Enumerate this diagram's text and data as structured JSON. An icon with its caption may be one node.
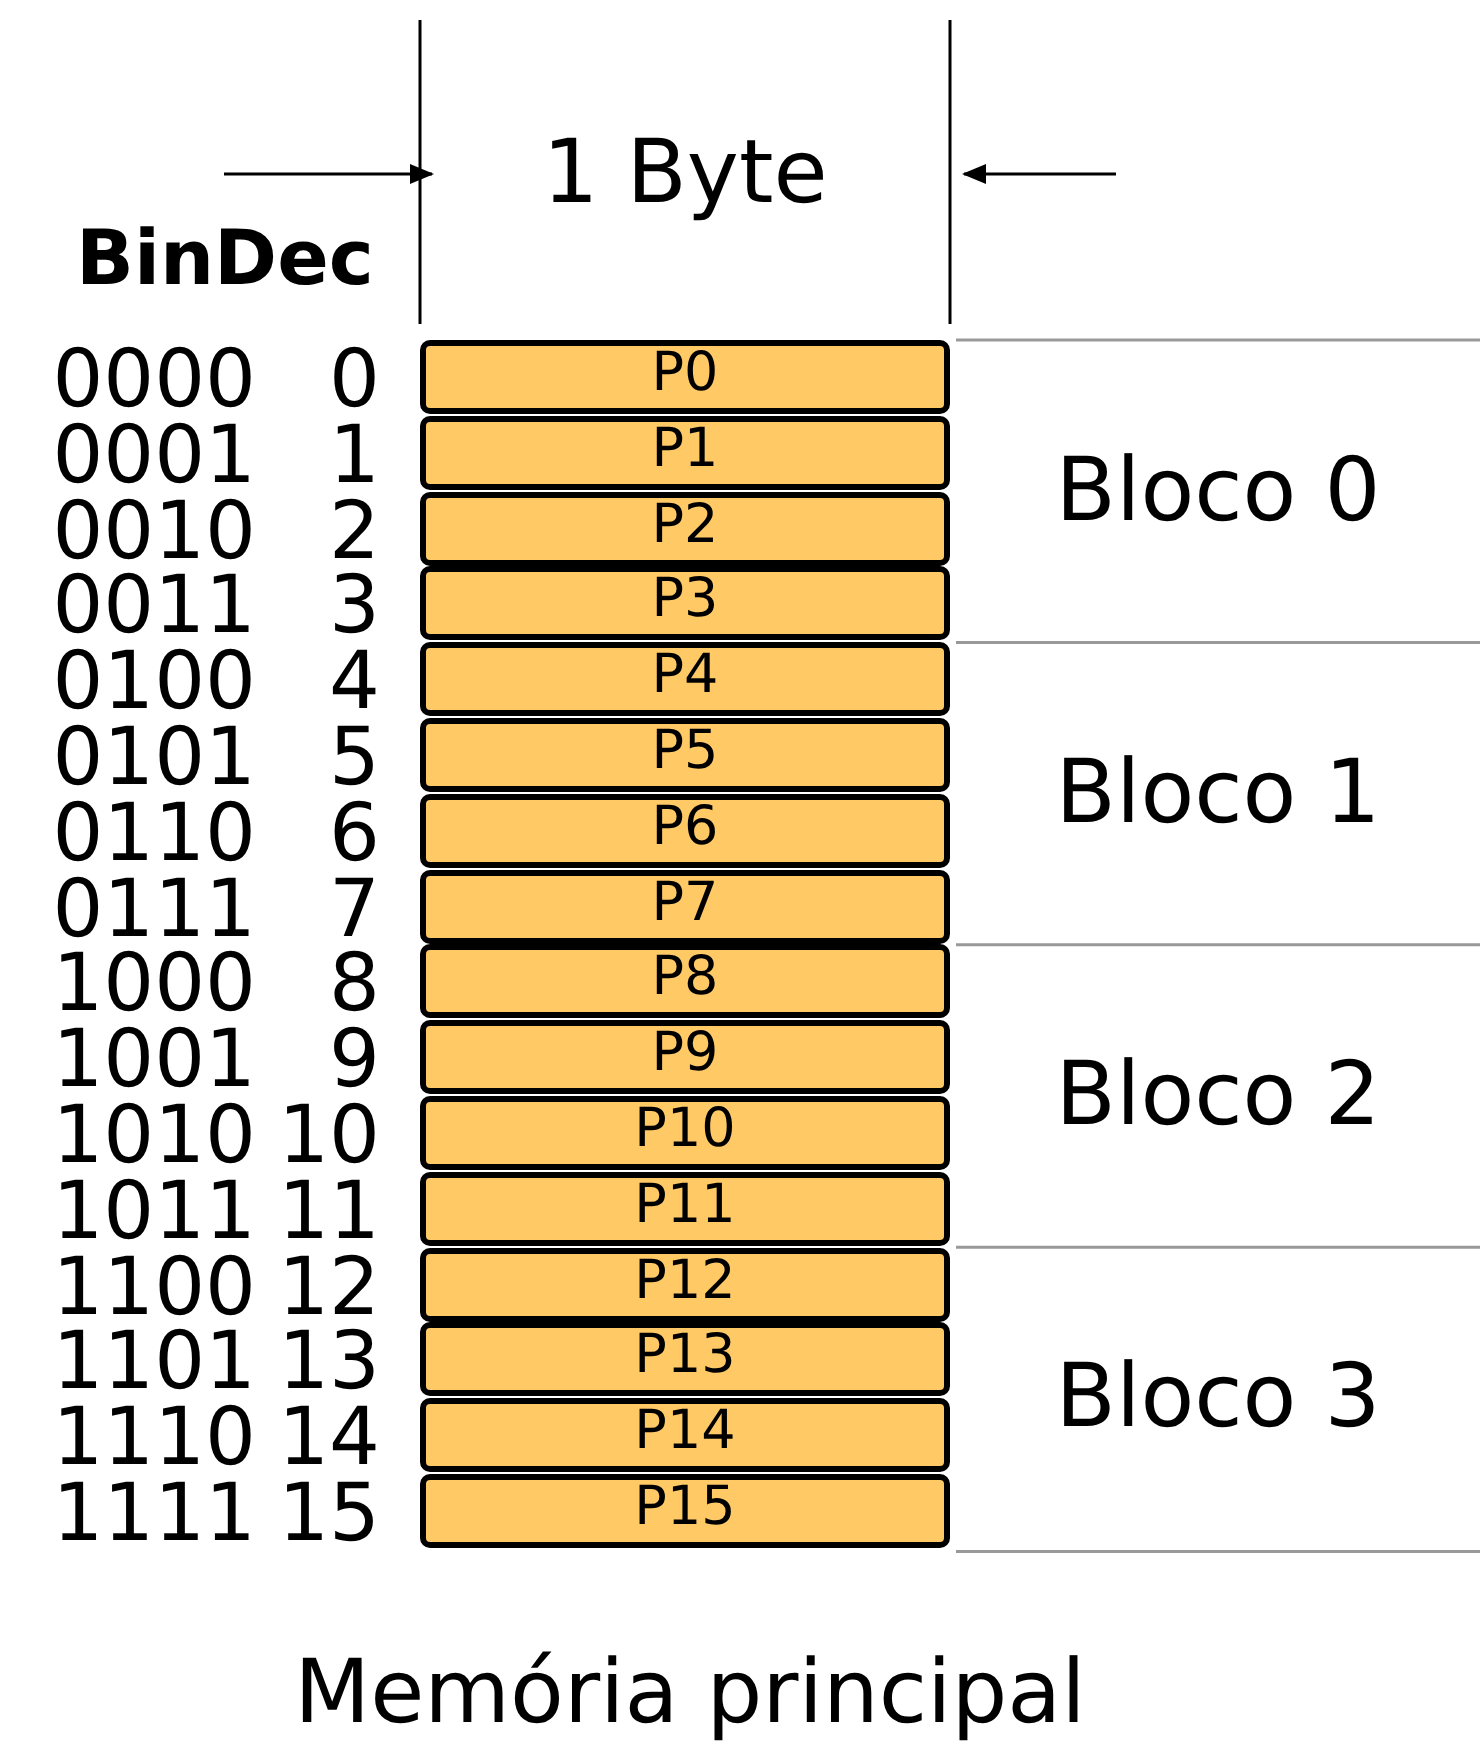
{
  "diagram": {
    "caption": "Memória principal",
    "nodes": [
      {
        "text": [
          "P0"
        ]
      },
      {
        "text": [
          "P1"
        ]
      },
      {
        "text": [
          "P2"
        ]
      },
      {
        "text": [
          "P3"
        ]
      },
      {
        "text": [
          "P4"
        ]
      },
      {
        "text": [
          "P5"
        ]
      },
      {
        "text": [
          "P6"
        ]
      },
      {
        "text": [
          "P7"
        ]
      },
      {
        "text": [
          "P8"
        ]
      },
      {
        "text": [
          "P9"
        ]
      },
      {
        "text": [
          "P10"
        ]
      },
      {
        "text": [
          "P11"
        ]
      },
      {
        "text": [
          "P12"
        ]
      },
      {
        "text": [
          "P13"
        ]
      },
      {
        "text": [
          "P14"
        ]
      },
      {
        "text": [
          "P15"
        ]
      }
    ],
    "labels": [
      "1 Byte",
      "BinDec",
      "0000",
      "0",
      "0001",
      "1",
      "0010",
      "2",
      "0011",
      "3",
      "0100",
      "4",
      "0101",
      "5",
      "0110",
      "6",
      "0111",
      "7",
      "1000",
      "8",
      "1001",
      "9",
      "1010",
      "10",
      "1011",
      "11",
      "1100",
      "12",
      "1101",
      "13",
      "1110",
      "14",
      "1111",
      "15",
      "Bloco 0",
      "Bloco 1",
      "Bloco 2",
      "Bloco 3"
    ]
  }
}
